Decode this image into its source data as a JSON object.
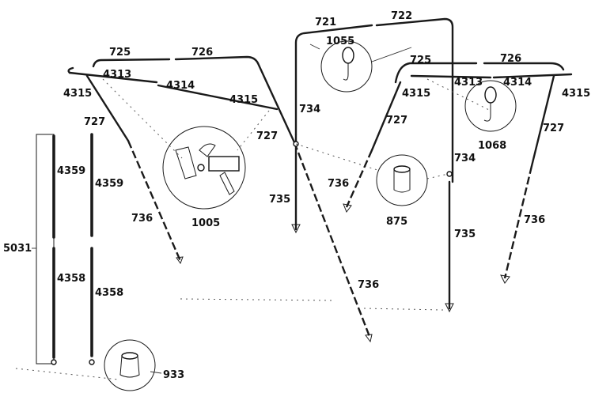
{
  "part_labels": {
    "p721": "721",
    "p722": "722",
    "p1055": "1055",
    "p725a": "725",
    "p726a": "726",
    "p725b": "725",
    "p726b": "726",
    "p4313a": "4313",
    "p4314a": "4314",
    "p4315a": "4315",
    "p4315b": "4315",
    "p4313b": "4313",
    "p4314b": "4314",
    "p4315c": "4315",
    "p4315d": "4315",
    "p734a": "734",
    "p734b": "734",
    "p727a": "727",
    "p727b": "727",
    "p727c": "727",
    "p727d": "727",
    "p1068": "1068",
    "p4359a": "4359",
    "p4359b": "4359",
    "p736a": "736",
    "p736b": "736",
    "p736c": "736",
    "p736d": "736",
    "p1005": "1005",
    "p735a": "735",
    "p735b": "735",
    "p875": "875",
    "p5031": "5031",
    "p4358a": "4358",
    "p4358b": "4358",
    "p933": "933"
  }
}
